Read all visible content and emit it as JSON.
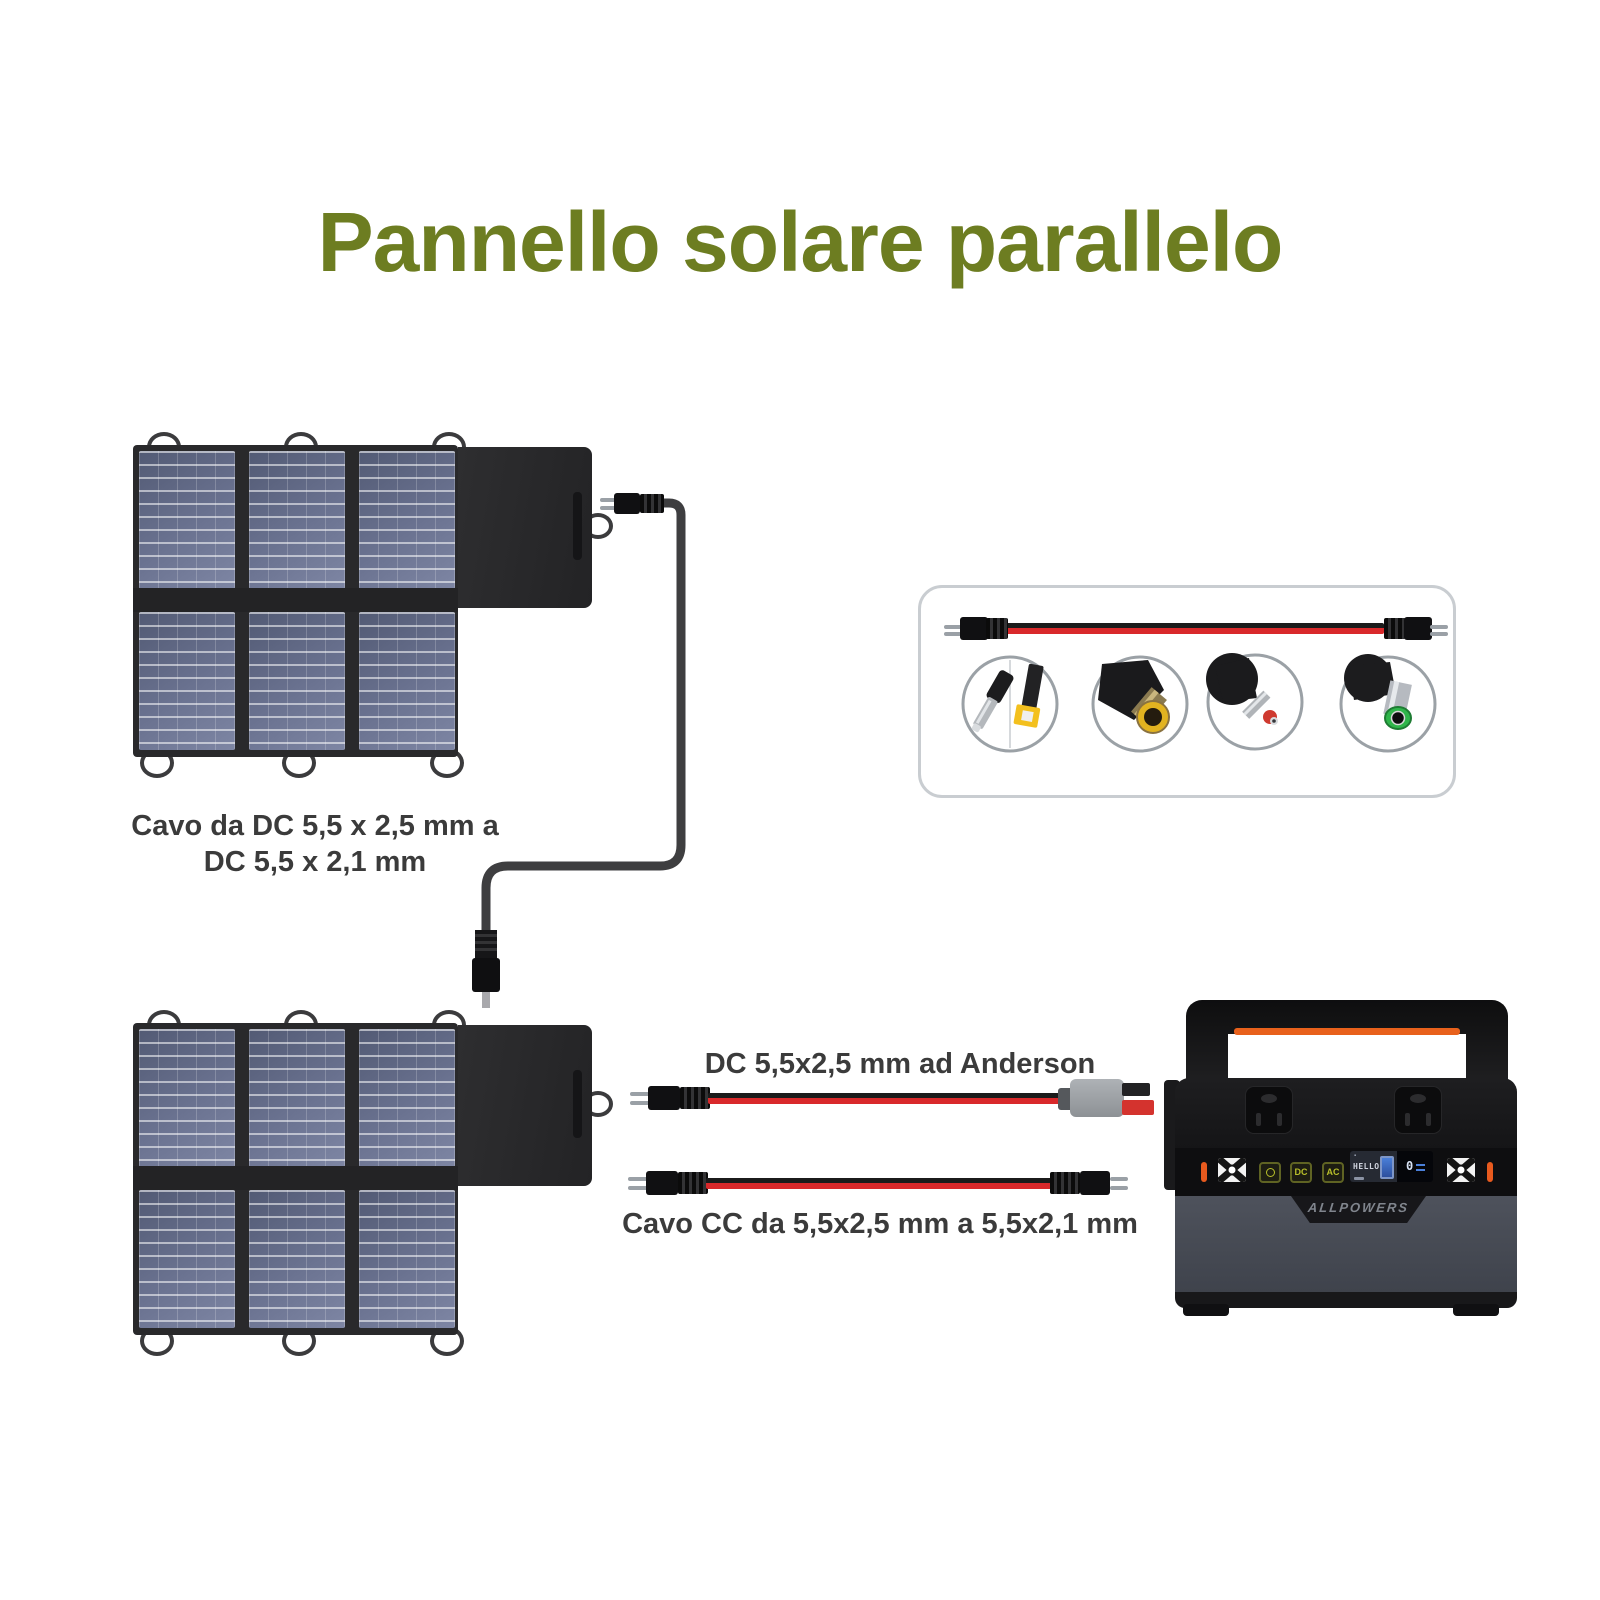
{
  "title": {
    "text": "Pannello solare parallelo",
    "color": "#6D7D21"
  },
  "labels": {
    "panel_link_cable_line1": "Cavo da DC 5,5 x 2,5 mm a",
    "panel_link_cable_line2": "DC 5,5 x 2,1 mm",
    "anderson_cable": "DC 5,5x2,5 mm ad Anderson",
    "dc_cable": "Cavo CC da 5,5x2,5 mm a 5,5x2,1 mm"
  },
  "adapter_box": {
    "connector_tips": [
      "dc-slim-barrel-and-square-tip",
      "barrel-yellow-ring-tip",
      "barrel-red-ring-tip",
      "barrel-green-ring-tip"
    ],
    "cable_colors": {
      "wire_red": "#d9292b",
      "wire_black": "#1b1b1b"
    }
  },
  "power_station": {
    "brand": "ALLPOWERS",
    "lcd_text": "HELLO",
    "lcd_value": "0",
    "buttons": {
      "dc": "DC",
      "ac": "AC"
    },
    "accent_orange": "#e8611c",
    "button_text_color": "#b8bf2a"
  },
  "colors": {
    "title_green": "#6D7D21",
    "label_gray": "#3b3b3b",
    "solar_cell_blue": "#646c88",
    "panel_fabric": "#29292b",
    "box_border": "#c9cdd1"
  }
}
